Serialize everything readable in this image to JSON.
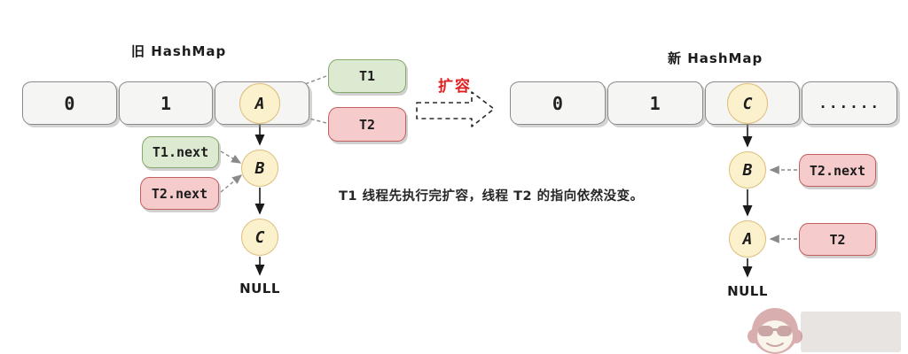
{
  "old_map": {
    "title": "旧 HashMap",
    "cells": [
      "0",
      "1"
    ],
    "bucket_node": "A",
    "chain": [
      "B",
      "C"
    ],
    "null_label": "NULL",
    "threads": {
      "t1": "T1",
      "t2": "T2",
      "t1_next": "T1.next",
      "t2_next": "T2.next"
    }
  },
  "expand": {
    "label": "扩容"
  },
  "caption": "T1 线程先执行完扩容，线程 T2 的指向依然没变。",
  "new_map": {
    "title": "新 HashMap",
    "cells": [
      "0",
      "1"
    ],
    "bucket_node": "C",
    "ellipsis": "......",
    "chain": [
      "B",
      "A"
    ],
    "null_label": "NULL",
    "threads": {
      "t2_next": "T2.next",
      "t2": "T2"
    }
  },
  "colors": {
    "thread_green_fill": "#dcead2",
    "thread_green_border": "#85a96a",
    "thread_pink_fill": "#f5cbcb",
    "thread_pink_border": "#c35f5f",
    "node_fill": "#fcf1cd",
    "node_border": "#ddbe7a",
    "cell_fill": "#f5f5f3",
    "cell_border": "#8a8a8a",
    "expand_red": "#e01f1f"
  }
}
